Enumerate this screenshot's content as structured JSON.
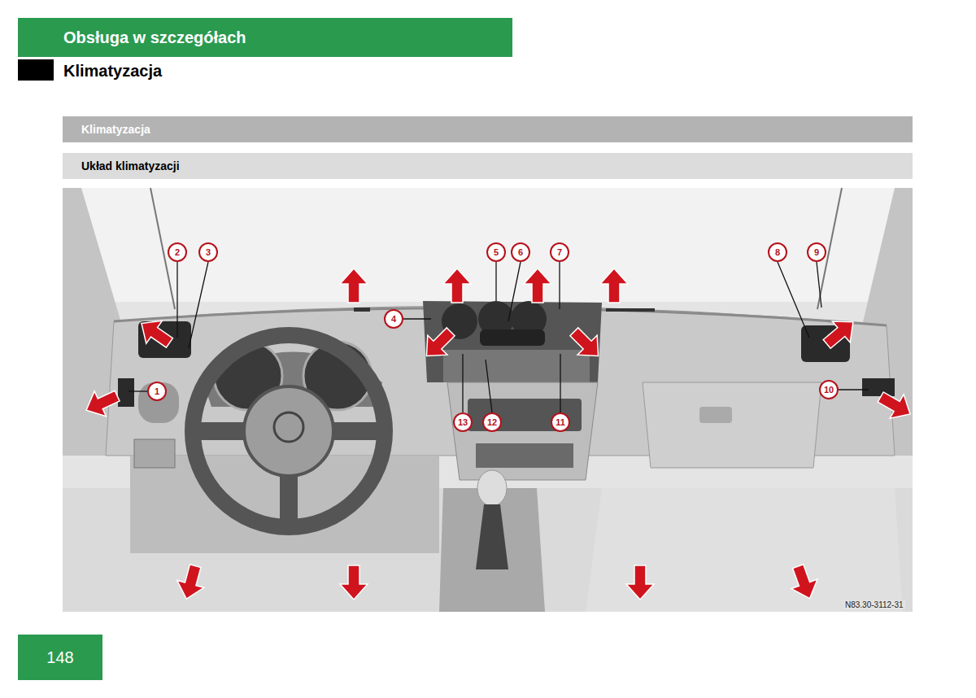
{
  "diagram": {
    "nodes": [
      {
        "text": [
          "Obsługa w szczegółach"
        ]
      },
      {
        "text": [
          "Klimatyzacja"
        ]
      },
      {
        "text": [
          "Układ klimatyzacji"
        ]
      },
      {
        "text": [
          "1"
        ]
      },
      {
        "text": [
          "2"
        ]
      },
      {
        "text": [
          "3"
        ]
      },
      {
        "text": [
          "4"
        ]
      },
      {
        "text": [
          "5"
        ]
      },
      {
        "text": [
          "6"
        ]
      },
      {
        "text": [
          "7"
        ]
      },
      {
        "text": [
          "8"
        ]
      },
      {
        "text": [
          "9"
        ]
      },
      {
        "text": [
          "10"
        ]
      },
      {
        "text": [
          "11"
        ]
      },
      {
        "text": [
          "12"
        ]
      },
      {
        "text": [
          "13"
        ]
      },
      {
        "text": [
          "148"
        ]
      }
    ],
    "labels": [
      "Klimatyzacja",
      "N83.30-3112-31"
    ]
  }
}
